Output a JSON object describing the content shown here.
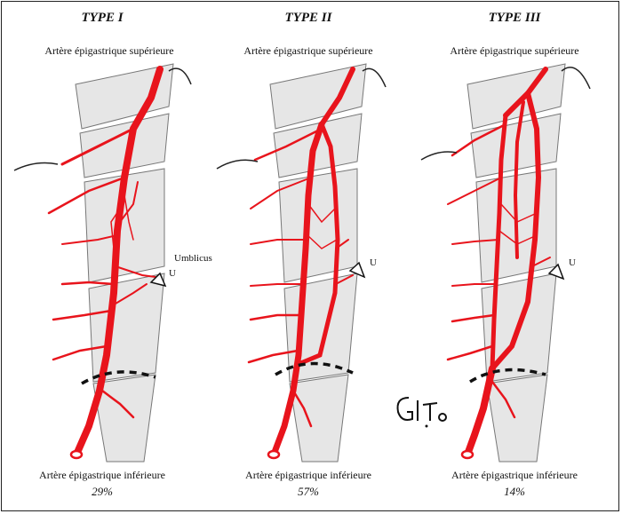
{
  "panels": [
    {
      "title": "TYPE I",
      "superior_label": "Artère épigastrique supérieure",
      "inferior_label": "Artère épigastrique inférieure",
      "percent": "29%",
      "marker": "U",
      "umbilicus_label": "Umblicus"
    },
    {
      "title": "TYPE II",
      "superior_label": "Artère épigastrique supérieure",
      "inferior_label": "Artère épigastrique inférieure",
      "percent": "57%",
      "marker": "U"
    },
    {
      "title": "TYPE III",
      "superior_label": "Artère épigastrique supérieure",
      "inferior_label": "Artère épigastrique inférieure",
      "percent": "14%",
      "marker": "U"
    }
  ],
  "colors": {
    "artery": "#e8141c",
    "muscle_fill": "#e6e6e6",
    "muscle_stroke": "#777777",
    "dashed_line": "#111111"
  },
  "signature": "G.T."
}
